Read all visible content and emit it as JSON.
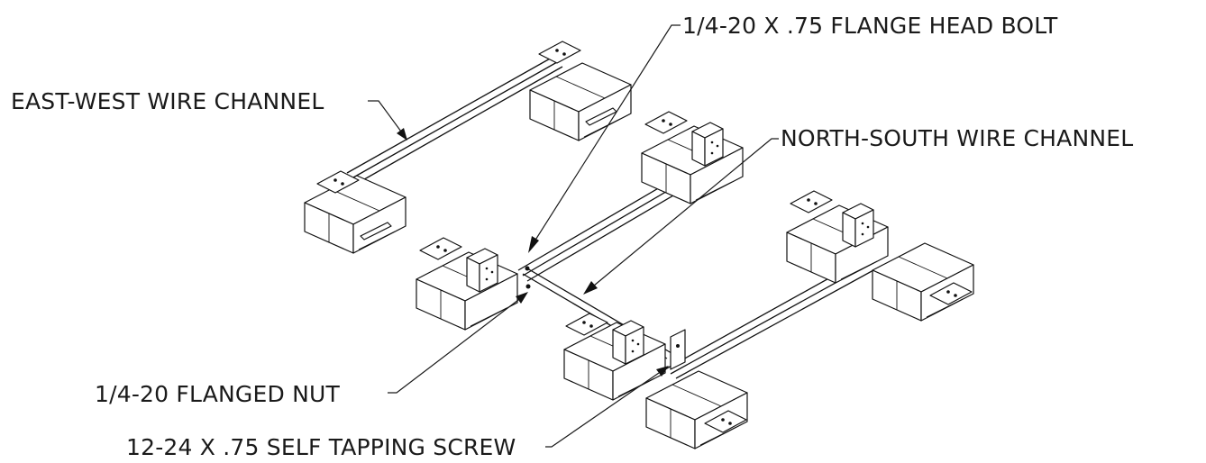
{
  "colors": {
    "ink": "#1a1a1a",
    "background": "#ffffff"
  },
  "labels": {
    "flange_bolt": "1/4-20 X .75 FLANGE HEAD BOLT",
    "east_west": "EAST-WEST WIRE CHANNEL",
    "north_south": "NORTH-SOUTH WIRE CHANNEL",
    "flanged_nut": "1/4-20 FLANGED NUT",
    "self_tapping": "12-24 X .75 SELF TAPPING SCREW"
  }
}
